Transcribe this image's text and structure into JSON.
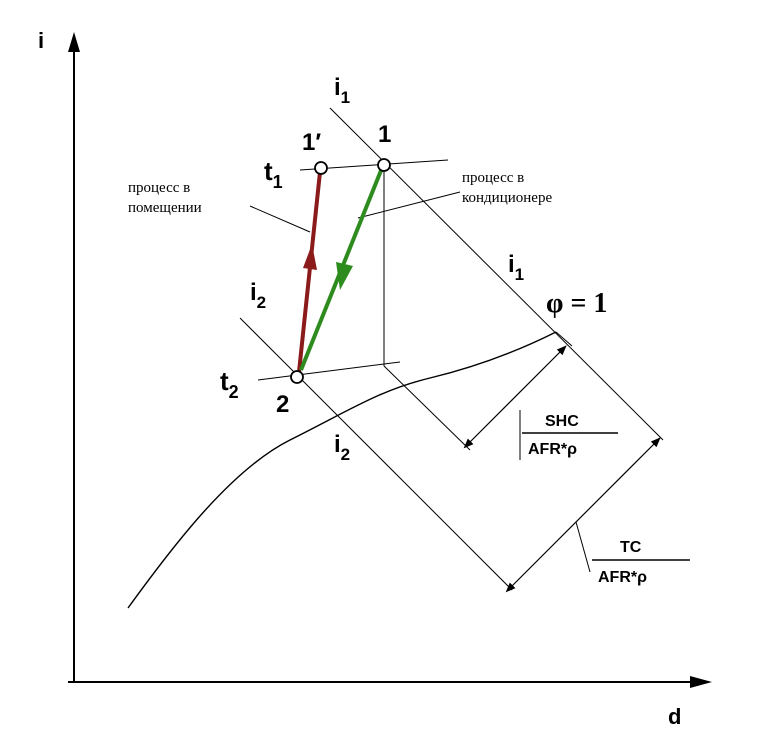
{
  "axes": {
    "y_label": "i",
    "x_label": "d"
  },
  "points": {
    "p1": "1",
    "p1_prime": "1′",
    "p2": "2"
  },
  "temperature_labels": {
    "t1": "t",
    "t1_sub": "1",
    "t2": "t",
    "t2_sub": "2"
  },
  "enthalpy_labels": {
    "i1_top": "i",
    "i1_top_sub": "1",
    "i1_right": "i",
    "i1_right_sub": "1",
    "i2_left": "i",
    "i2_left_sub": "2",
    "i2_bottom": "i",
    "i2_bottom_sub": "2"
  },
  "saturation_label": "φ = 1",
  "callouts": {
    "room_process_line1": "процесс в",
    "room_process_line2": "помещении",
    "ac_process_line1": "процесс в",
    "ac_process_line2": "кондиционере"
  },
  "fractions": {
    "shc_numerator": "SHC",
    "shc_denominator": "AFR*ρ",
    "tc_numerator": "TC",
    "tc_denominator": "AFR*ρ"
  },
  "colors": {
    "room_process": "#8b1a1a",
    "ac_process": "#2e8b1e",
    "lines": "#000000",
    "background": "#ffffff"
  }
}
